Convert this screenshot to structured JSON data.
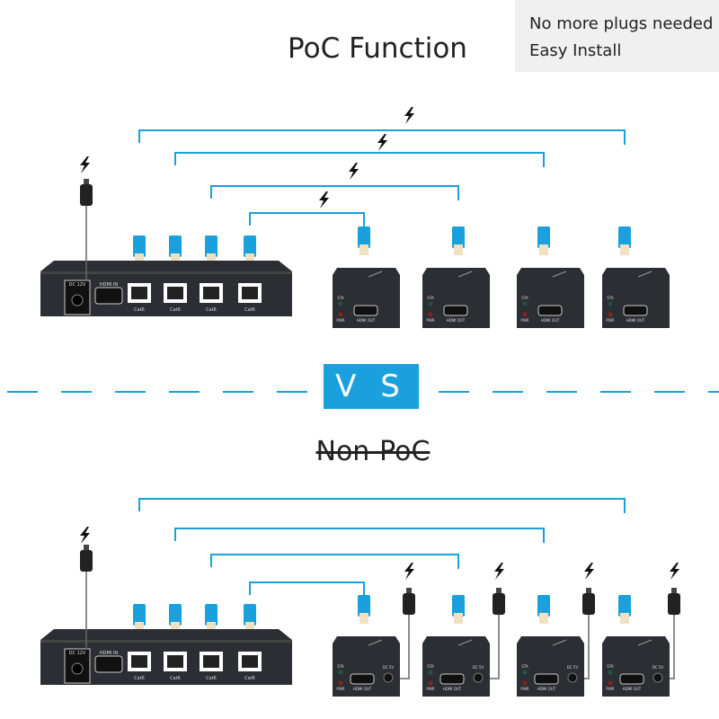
{
  "title": "PoC Function",
  "note": {
    "line1": "No more plugs needed",
    "line2": "Easy Install"
  },
  "vs_label": "V S",
  "non_poc_label": "Non-PoC",
  "colors": {
    "cable": "#1aa0dc",
    "accent": "#1aa0dc",
    "device": "#2b2e33"
  },
  "splitter": {
    "power_label": "DC 12V",
    "input_label": "HDMI IN",
    "port_label": "Cat6"
  },
  "receiver": {
    "sta_label": "STA",
    "pwr_label": "PWR",
    "output_label": "HDMI OUT",
    "power_label": "DC 5V"
  },
  "icons": {
    "power": "lightning-bolt-icon",
    "adapter": "power-adapter-icon"
  }
}
